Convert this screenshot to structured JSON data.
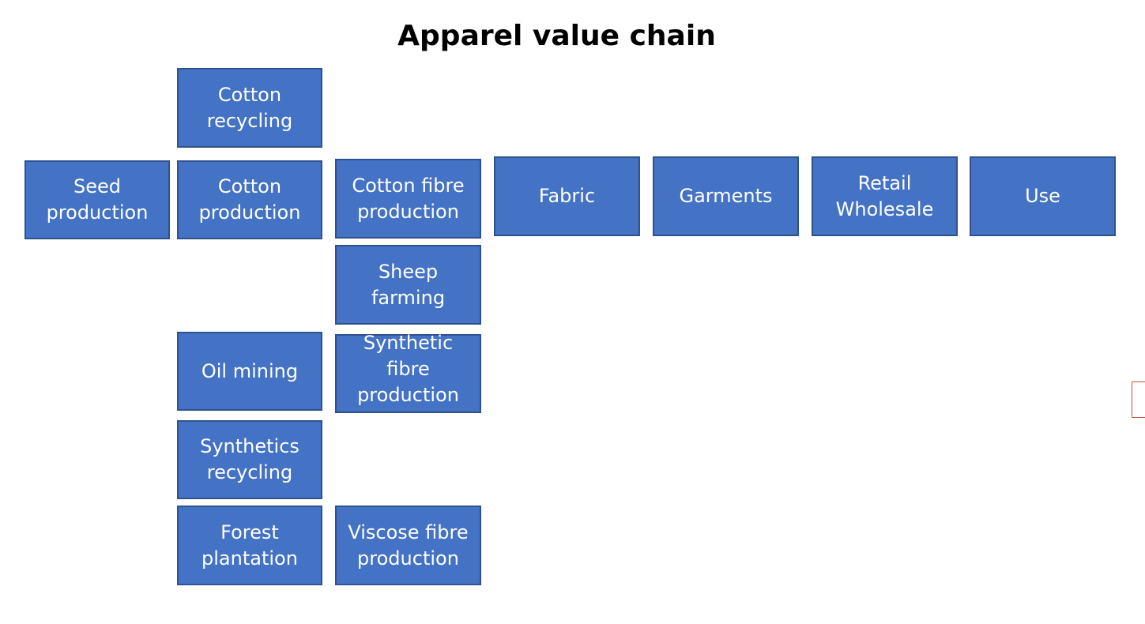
{
  "title": "Apparel value chain",
  "colors": {
    "box_fill": "#4472c4",
    "box_border": "#2f528f",
    "box_text": "#ffffff",
    "title_text": "#000000"
  },
  "boxes": {
    "cotton_recycling": "Cotton\nrecycling",
    "seed_production": "Seed\nproduction",
    "cotton_production": "Cotton\nproduction",
    "cotton_fibre_production": "Cotton fibre\nproduction",
    "fabric": "Fabric",
    "garments": "Garments",
    "retail_wholesale": "Retail\nWholesale",
    "use": "Use",
    "sheep_farming": "Sheep\nfarming",
    "oil_mining": "Oil mining",
    "synthetic_fibre_production": "Synthetic\nfibre\nproduction",
    "synthetics_recycling": "Synthetics\nrecycling",
    "forest_plantation": "Forest\nplantation",
    "viscose_fibre_production": "Viscose fibre\nproduction"
  }
}
